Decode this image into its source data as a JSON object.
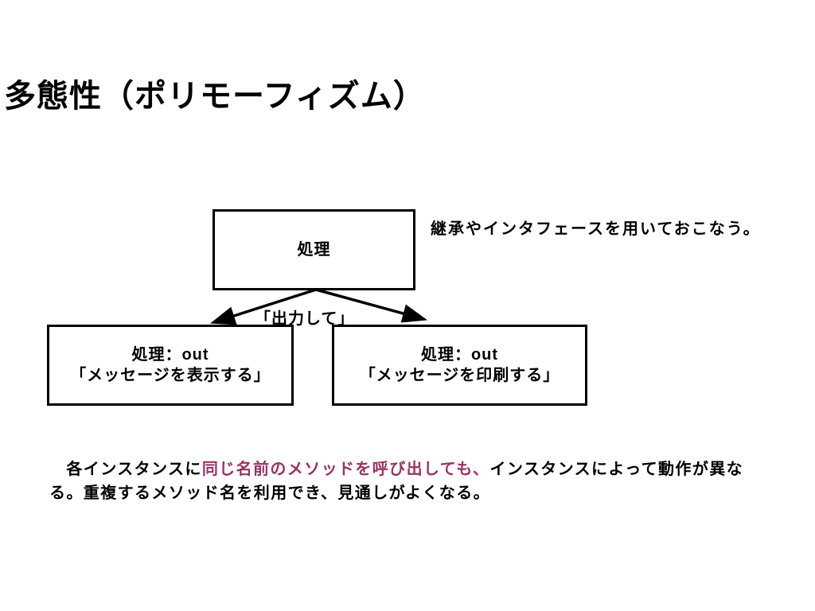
{
  "slide": {
    "title": "多態性（ポリモーフィズム）",
    "note_right": "継承やインタフェースを用いておこなう。",
    "diagram": {
      "parent_box_label": "処理",
      "edge_label": "「出力して」",
      "left_box": {
        "line1": "処理：out",
        "line2": "「メッセージを表示する」"
      },
      "right_box": {
        "line1": "処理：out",
        "line2": "「メッセージを印刷する」"
      }
    },
    "paragraph": {
      "line1_black_start": "　各インスタンスに",
      "line1_accent": "同じ名前のメソッドを呼び出しても、",
      "line1_black_end": "インスタンスによって動作が異な",
      "line2": "る。重複するメソッド名を利用でき、見通しがよくなる。"
    },
    "colors": {
      "text": "#000000",
      "accent_red": "#993366",
      "background": "#ffffff",
      "box_border": "#000000"
    }
  }
}
